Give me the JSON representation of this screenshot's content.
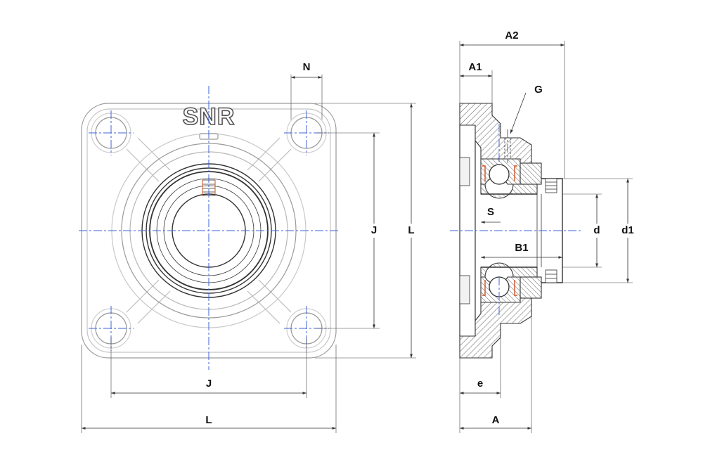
{
  "brand": {
    "logo_text": "SNR"
  },
  "dimensions": {
    "N": "N",
    "J_vertical": "J",
    "L_vertical": "L",
    "J_horizontal": "J",
    "L_horizontal": "L",
    "A2": "A2",
    "A1": "A1",
    "G": "G",
    "S": "S",
    "B1": "B1",
    "d": "d",
    "d1": "d1",
    "e": "e",
    "A": "A"
  },
  "colors": {
    "centerline": "#3d63d8",
    "outline": "#9a9a9a",
    "section_outline": "#333333",
    "seal_accent": "#d0501e"
  }
}
